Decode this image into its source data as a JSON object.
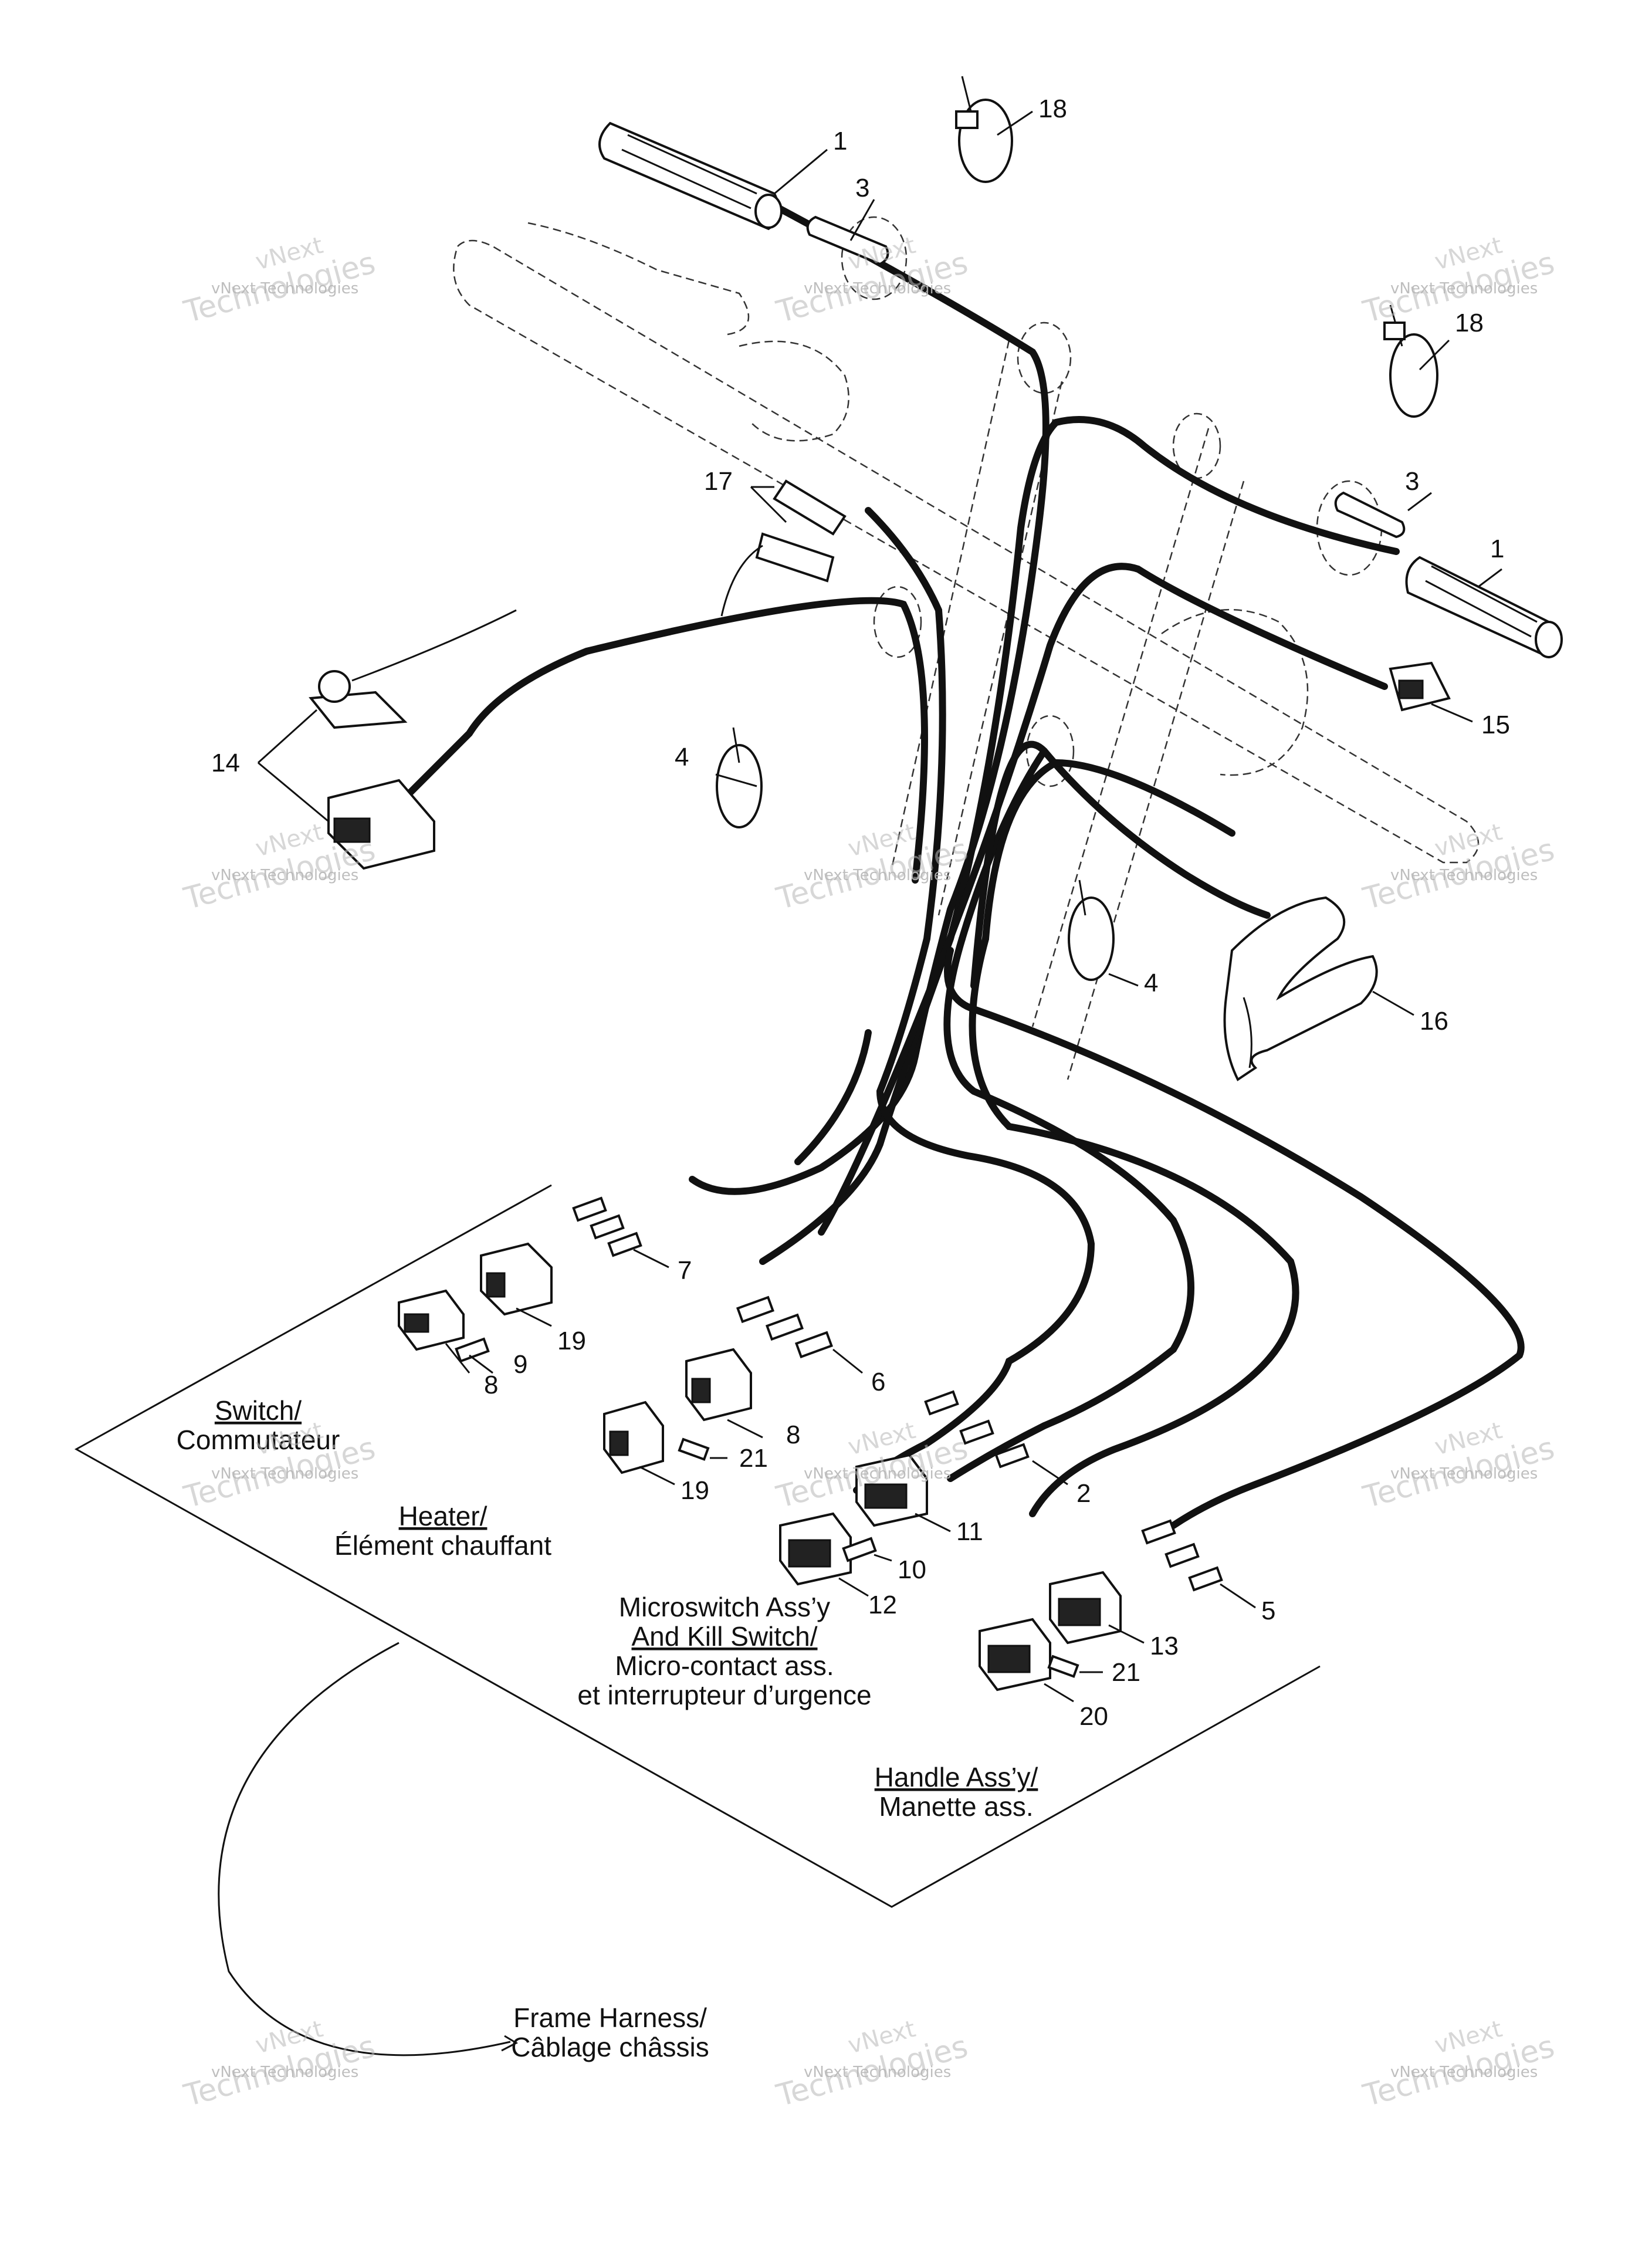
{
  "callouts": {
    "c1a": "1",
    "c1b": "1",
    "c2": "2",
    "c3a": "3",
    "c3b": "3",
    "c4a": "4",
    "c4b": "4",
    "c5": "5",
    "c6": "6",
    "c7": "7",
    "c8a": "8",
    "c8b": "8",
    "c9": "9",
    "c10": "10",
    "c11": "11",
    "c12": "12",
    "c13": "13",
    "c14": "14",
    "c15": "15",
    "c16": "16",
    "c17": "17",
    "c18a": "18",
    "c18b": "18",
    "c19a": "19",
    "c19b": "19",
    "c20": "20",
    "c21a": "21",
    "c21b": "21"
  },
  "labels": {
    "switch_en": "Switch/",
    "switch_fr": "Commutateur",
    "heater_en": "Heater/",
    "heater_fr": "Élément chauffant",
    "micro_1": "Microswitch Ass’y",
    "micro_2": "And Kill Switch/",
    "micro_3": "Micro-contact ass.",
    "micro_4": "et interrupteur d’urgence",
    "handle_en": "Handle Ass’y/",
    "handle_fr": "Manette ass.",
    "frame_en": "Frame Harness/",
    "frame_fr": "Câblage châssis"
  },
  "watermark": {
    "brand": "vNext",
    "line": "vNext Technologies",
    "big": "Technologies"
  }
}
